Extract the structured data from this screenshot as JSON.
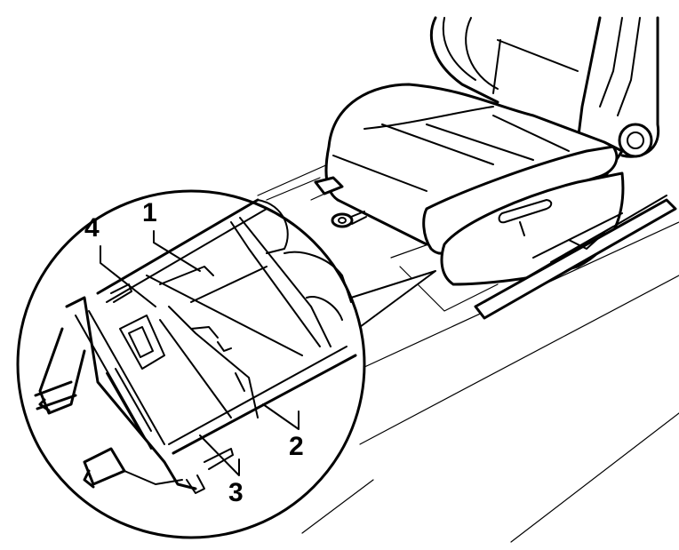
{
  "diagram": {
    "type": "technical-line-drawing",
    "subject": "vehicle seat on floor rails with magnified connector detail",
    "stroke_color": "#000000",
    "background_color": "#ffffff",
    "detail_callout": {
      "shape": "circle",
      "labels": [
        {
          "id": "1",
          "text": "1"
        },
        {
          "id": "2",
          "text": "2"
        },
        {
          "id": "3",
          "text": "3"
        },
        {
          "id": "4",
          "text": "4"
        }
      ]
    }
  }
}
